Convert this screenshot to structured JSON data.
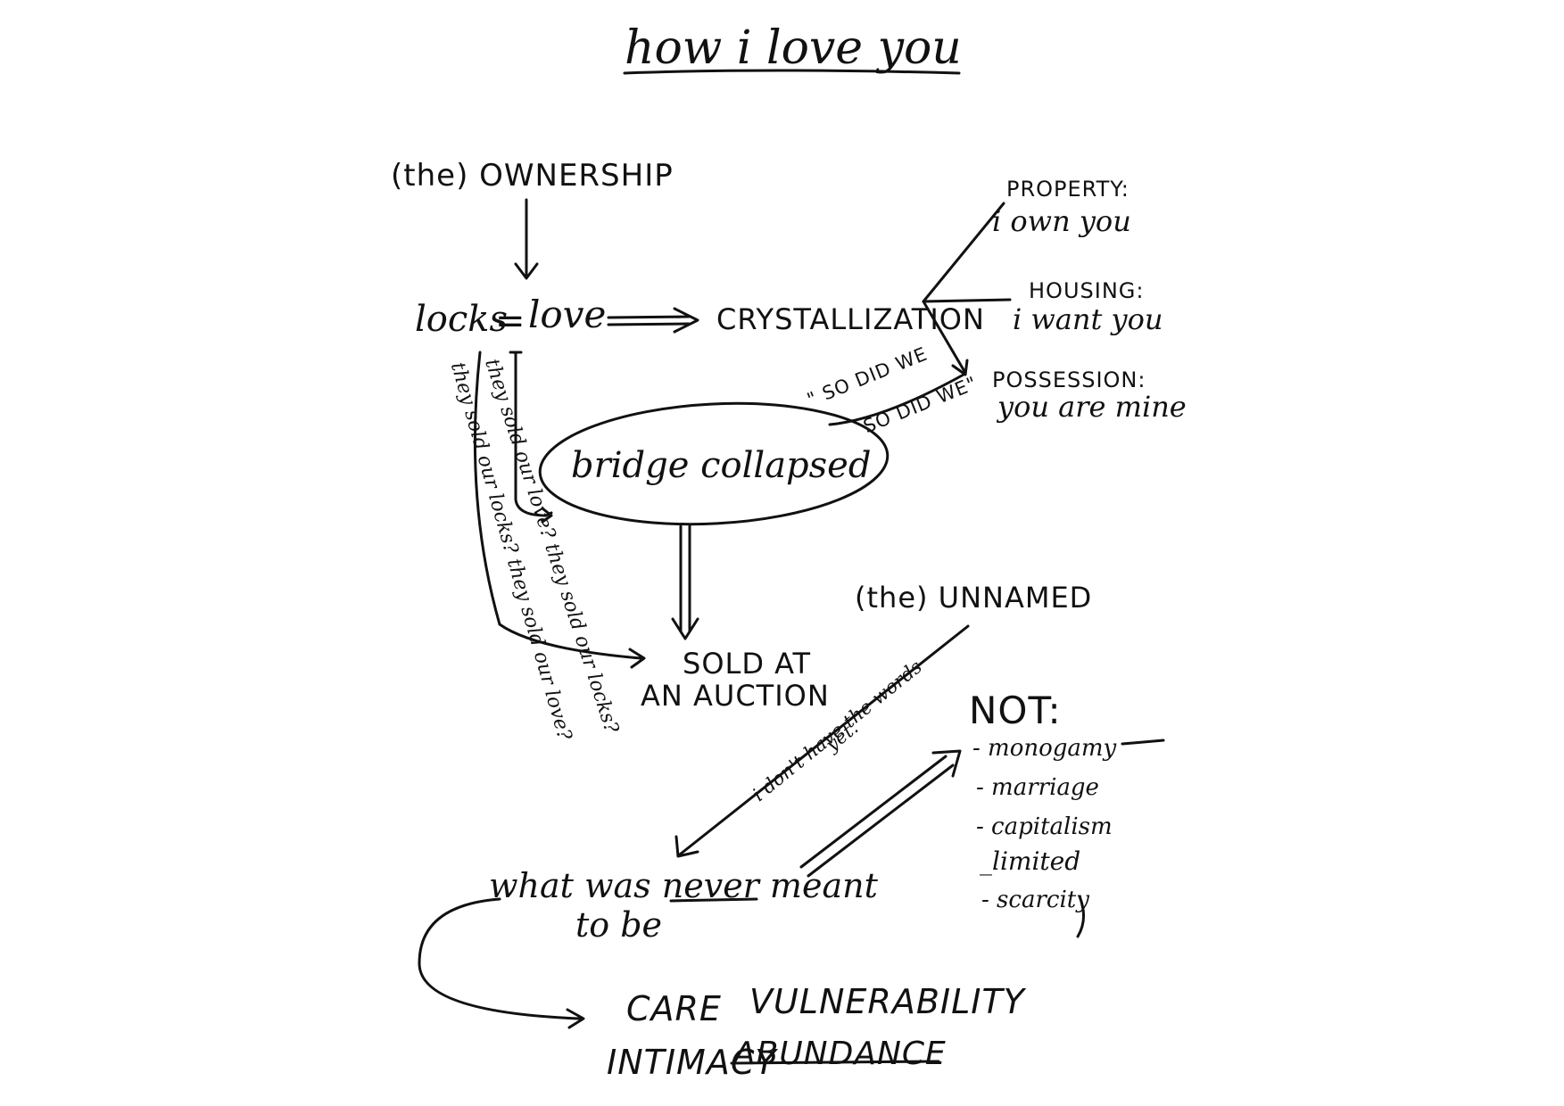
{
  "title": "how i love you",
  "ownership": "(the) OWNERSHIP",
  "locks": "locks",
  "equals": "=",
  "love": "love",
  "crystallization": "CRYSTALLIZATION",
  "property_head": "PROPERTY:",
  "property_text": "i own you",
  "housing_head": "HOUSING:",
  "housing_text": "i want you",
  "possession_head": "POSSESSION:",
  "possession_text": "you are mine",
  "so_did_we_1": "\" SO DID WE",
  "so_did_we_2": "SO DID WE\"",
  "bridge": "bridge collapsed",
  "sold_line1": "SOLD AT",
  "sold_line2": "AN AUCTION",
  "vertical_1": "they sold our love? they sold our locks?",
  "vertical_2": "they sold our locks? they sold our love?",
  "unnamed": "(the) UNNAMED",
  "dont_have_words_1": "i don't have the words",
  "dont_have_words_2": "yet.",
  "not_head": "NOT:",
  "not_items": [
    "- monogamy",
    "- marriage",
    "- capitalism",
    "_limited",
    "- scarcity"
  ],
  "never_line1": "what was never meant",
  "never_line2": "to be",
  "care": "CARE",
  "vulnerability": "VULNERABILITY",
  "intimacy": "INTIMACY",
  "abundance": "ABUNDANCE",
  "ink_color": "#111111"
}
